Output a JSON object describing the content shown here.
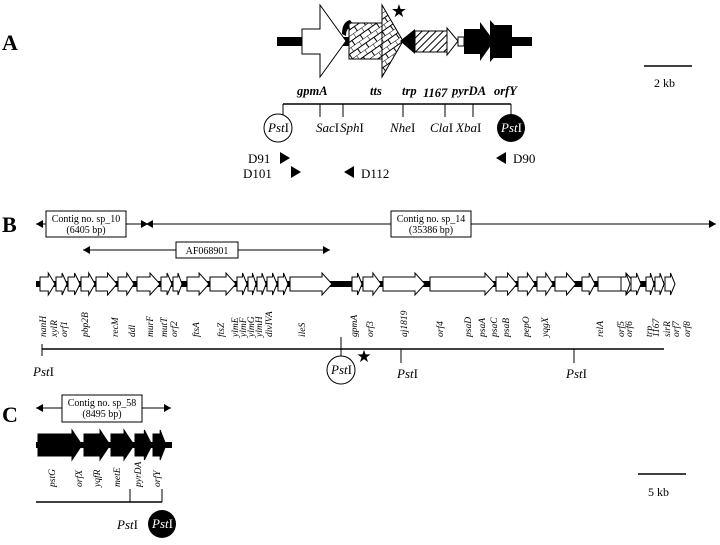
{
  "panels": {
    "a": "A",
    "b": "B",
    "c": "C"
  },
  "panel_a": {
    "genes": [
      "gpmA",
      "tts",
      "trp",
      "1167",
      "pyrDA",
      "orfY"
    ],
    "sites": [
      "Pst",
      "I",
      "Sac",
      "I",
      "Sph",
      "I",
      "Nhe",
      "I",
      "Cla",
      "I",
      "Xba",
      "I"
    ],
    "primers": [
      "D91",
      "D101",
      "D112",
      "D90"
    ],
    "scale": "2 kb",
    "star": "★"
  },
  "panel_b": {
    "contigs": [
      {
        "name": "Contig no. sp_10",
        "size": "(6405 bp)"
      },
      {
        "name": "Contig no. sp_14",
        "size": "(35386 bp)"
      }
    ],
    "accession": "AF068901",
    "genes": [
      "nanH",
      "xylR",
      "orf1",
      "pbp2B",
      "recM",
      "ddl",
      "murF",
      "mutT",
      "orf2",
      "ftsA",
      "ftsZ",
      "ylmE",
      "ylmF",
      "ylmG",
      "ylmH",
      "divIVA",
      "ileS",
      "gpmA",
      "orf3",
      "aj1819",
      "orf4",
      "psaD",
      "psaA",
      "psaC",
      "psaB",
      "pepO",
      "yqgX",
      "relA",
      "orf5",
      "orf6",
      "trp",
      "1167",
      "sirR",
      "orf7",
      "orf8"
    ],
    "pst": "Pst",
    "pst_i": "I"
  },
  "panel_c": {
    "contig": {
      "name": "Contig no. sp_58",
      "size": "(8495 bp)"
    },
    "genes": [
      "pstG",
      "orfX",
      "yqfR",
      "metE",
      "pyrDA",
      "orfY"
    ],
    "pst": "Pst",
    "pst_i": "I",
    "scale": "5 kb"
  },
  "colors": {
    "ink": "#000000",
    "paper": "#ffffff",
    "hatch": "#000000"
  }
}
